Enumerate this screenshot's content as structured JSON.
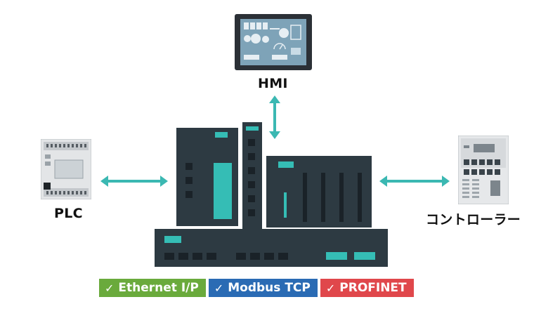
{
  "nodes": {
    "hmi": {
      "label": "HMI"
    },
    "plc": {
      "label": "PLC"
    },
    "controller": {
      "label": "コントローラー"
    }
  },
  "badges": [
    {
      "check": "✓",
      "label": "Ethernet I/P",
      "color": "#6aaa3c"
    },
    {
      "check": "✓",
      "label": "Modbus TCP",
      "color": "#2a6bb4"
    },
    {
      "check": "✓",
      "label": "PROFINET",
      "color": "#e0474b"
    }
  ],
  "colors": {
    "dark": "#2d3a42",
    "teal": "#35bdb5",
    "arrow": "#3bb8b2",
    "slot": "#1a2228"
  }
}
